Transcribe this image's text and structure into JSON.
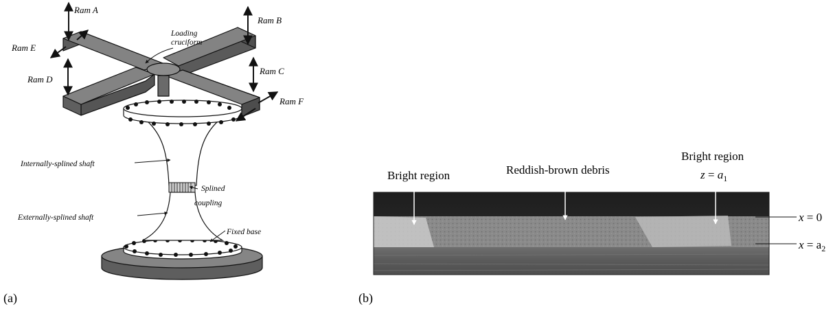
{
  "panel_a": {
    "letter": "(a)",
    "labels": {
      "ram_a": "Ram A",
      "ram_b": "Ram B",
      "ram_c": "Ram C",
      "ram_d": "Ram D",
      "ram_e": "Ram E",
      "ram_f": "Ram F",
      "cruciform_line1": "Loading",
      "cruciform_line2": "cruciform",
      "internal_shaft": "Internally-splined shaft",
      "coupling_line1": "Splined",
      "coupling_line2": "coupling",
      "external_shaft": "Externally-splined shaft",
      "fixed_base": "Fixed base"
    },
    "colors": {
      "fill": "#7c7c7c",
      "fill_dark": "#5a5a5a",
      "stroke": "#111111"
    }
  },
  "panel_b": {
    "letter": "(b)",
    "labels": {
      "bright_left": "Bright region",
      "debris": "Reddish-brown debris",
      "bright_right_line1": "Bright region",
      "bright_right_var": "z",
      "bright_right_eq": " = ",
      "bright_right_val": "a",
      "bright_right_sub": "1",
      "x_top_var": "x",
      "x_top_eq": " = 0",
      "x_bot_var": "x",
      "x_bot_eq": " = a",
      "x_bot_sub": "2"
    },
    "colors": {
      "photo_top": "#232323",
      "photo_band": "#8a8a8a",
      "photo_bottom": "#5d5d5d",
      "arrow": "#ffffff"
    }
  }
}
